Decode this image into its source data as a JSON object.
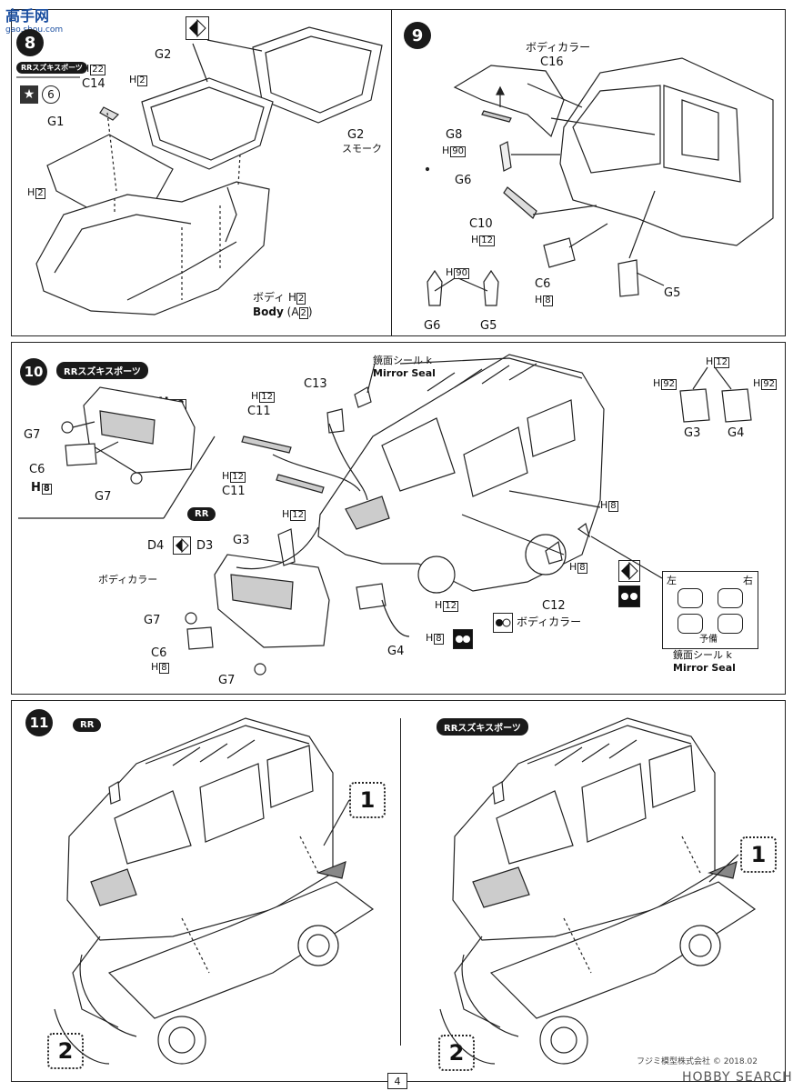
{
  "watermark_top": {
    "site": "高手网",
    "url": "gao.shou.com"
  },
  "step8": {
    "number": "8",
    "pill": "RRスズキスポーツ",
    "star_num": "6",
    "labels": {
      "g2_top": "G2",
      "h22": "H",
      "h22n": "22",
      "c14": "C14",
      "h2a": "H",
      "h2an": "2",
      "g1": "G1",
      "h2b": "H",
      "h2bn": "2",
      "g2_smoke": "G2",
      "smoke": "スモーク",
      "body_jp": "ボディ",
      "body_h": "H",
      "body_hn": "2",
      "body_en": "Body",
      "body_a": "(A",
      "body_an": "2",
      "body_close": ")"
    }
  },
  "step9": {
    "number": "9",
    "labels": {
      "body_color": "ボディカラー",
      "c16": "C16",
      "g8": "G8",
      "h90": "H",
      "h90n": "90",
      "g6": "G6",
      "c10": "C10",
      "h12": "H",
      "h12n": "12",
      "c6": "C6",
      "h8": "H",
      "h8n": "8",
      "g5": "G5",
      "h90b": "H",
      "h90bn": "90",
      "g6b": "G6",
      "g5b": "G5"
    }
  },
  "step10": {
    "number": "10",
    "pill_sports": "RRスズキスポーツ",
    "pill_rr": "RR",
    "labels": {
      "inset_h12": "H",
      "inset_h12n": "12",
      "inset_g7a": "G7",
      "inset_c6": "C6",
      "inset_h8": "H",
      "inset_h8n": "8",
      "inset_g7b": "G7",
      "mirror_jp": "鏡面シール",
      "mirror_k": "k",
      "mirror_en": "Mirror Seal",
      "c13": "C13",
      "h12a": "H",
      "h12an": "12",
      "c11a": "C11",
      "h12b": "H",
      "h12bn": "12",
      "c11b": "C11",
      "h12c": "H",
      "h12cn": "12",
      "d4": "D4",
      "d3": "D3",
      "g3": "G3",
      "body_color": "ボディカラー",
      "h12d": "H",
      "h12dn": "12",
      "g7a": "G7",
      "c6": "C6",
      "h8a": "H",
      "h8an": "8",
      "g7b": "G7",
      "g4": "G4",
      "h8b": "H",
      "h8bn": "8",
      "h12e": "H",
      "h12en": "12",
      "h8c": "H",
      "h8cn": "8",
      "c12": "C12",
      "c12_color": "ボディカラー",
      "h8d": "H",
      "h8dn": "8",
      "g34_h12": "H",
      "g34_h12n": "12",
      "g3_h92": "H",
      "g3_h92n": "92",
      "g4_h92": "H",
      "g4_h92n": "92",
      "left": "左",
      "right": "右",
      "spare": "予備",
      "seal_jp": "鏡面シール",
      "seal_k": "k",
      "seal_en": "Mirror Seal"
    }
  },
  "step11": {
    "number": "11",
    "pill_rr": "RR",
    "pill_sports": "RRスズキスポーツ",
    "box1": "1",
    "box2": "2"
  },
  "footer": {
    "page": "4",
    "copyright": "フジミ模型株式会社 © 2018.02",
    "watermark": "HOBBY SEARCH"
  }
}
